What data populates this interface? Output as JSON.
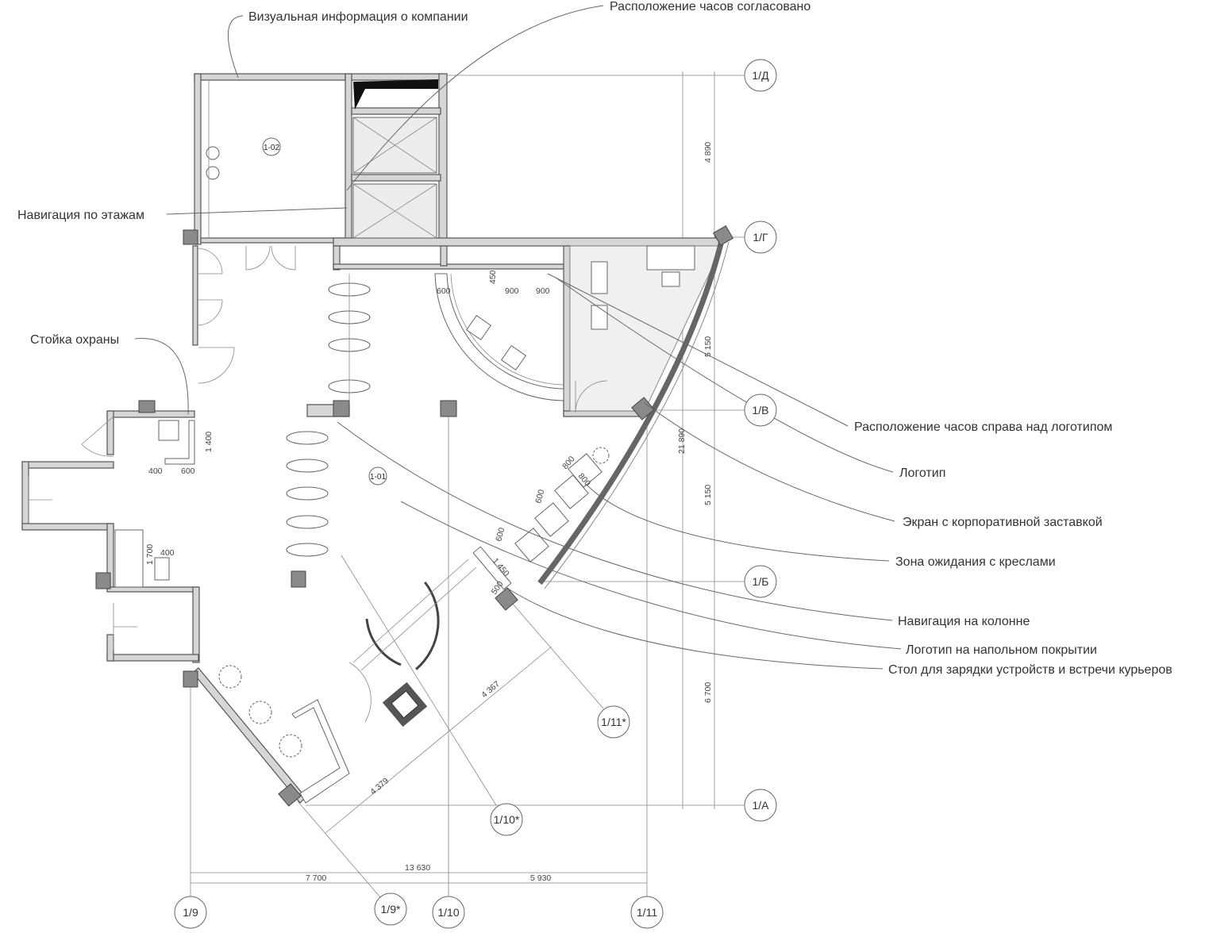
{
  "annotations": {
    "visual_info": "Визуальная информация о компании",
    "clock_agreed": "Расположение часов согласовано",
    "floor_navigation": "Навигация по этажам",
    "security_desk": "Стойка охраны",
    "clock_right_of_logo": "Расположение часов справа над логотипом",
    "logo": "Логотип",
    "corporate_screen": "Экран с корпоративной заставкой",
    "waiting_zone": "Зона ожидания с креслами",
    "column_navigation": "Навигация на колонне",
    "floor_logo": "Логотип на напольном покрытии",
    "charging_table": "Стол для зарядки устройств и встречи курьеров"
  },
  "grid_axes": {
    "d": "1/Д",
    "g": "1/Г",
    "v": "1/В",
    "b": "1/Б",
    "a": "1/А",
    "n9": "1/9",
    "n9s": "1/9*",
    "n10": "1/10",
    "n10s": "1/10*",
    "n11": "1/11",
    "n11s": "1/11*"
  },
  "rooms": {
    "r102": "1-02",
    "r101": "1-01"
  },
  "dimensions": {
    "d4890": "4 890",
    "d5150a": "5 150",
    "d21890": "21 890",
    "d5150b": "5 150",
    "d6700": "6 700",
    "d13630": "13 630",
    "d7700": "7 700",
    "d5930": "5 930",
    "d4367": "4 367",
    "d4379": "4 379",
    "d1400": "1 400",
    "d400a": "400",
    "d600a": "600",
    "d1700": "1 700",
    "d400b": "400",
    "d600b": "600",
    "d450": "450",
    "d900a": "900",
    "d900b": "900",
    "d800a": "800",
    "d800b": "800",
    "d600c": "600",
    "d600d": "600",
    "d1450": "1 450",
    "d500": "500"
  }
}
